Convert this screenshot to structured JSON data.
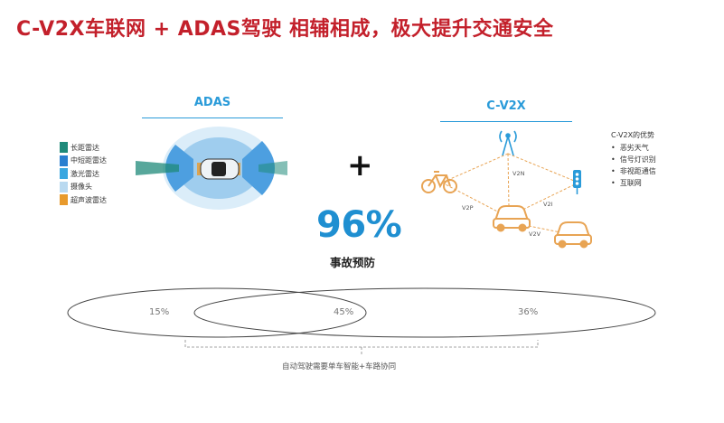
{
  "title": "C-V2X车联网 + ADAS驾驶 相辅相成，极大提升交通安全",
  "adas": {
    "label": "ADAS",
    "legend": [
      {
        "label": "长距雷达",
        "color": "#1f8a7a"
      },
      {
        "label": "中短距雷达",
        "color": "#2a7fd0"
      },
      {
        "label": "激光雷达",
        "color": "#3aa7e0"
      },
      {
        "label": "摄像头",
        "color": "#b9d9f0"
      },
      {
        "label": "超声波雷达",
        "color": "#e89a2c"
      }
    ]
  },
  "plus": "+",
  "accident": {
    "value": "96%",
    "caption": "事故预防"
  },
  "cv2x": {
    "label": "C-V2X",
    "links": {
      "v2n": "V2N",
      "v2i": "V2I",
      "v2p": "V2P",
      "v2v": "V2V"
    },
    "advantages_title": "C-V2X的优势",
    "advantages": [
      "恶劣天气",
      "信号灯识别",
      "非视距通信",
      "互联网"
    ]
  },
  "overlap": {
    "left": "15%",
    "middle": "45%",
    "right": "36%"
  },
  "footnote": "自动驾驶需要单车智能+车路协同",
  "colors": {
    "title_red": "#c3202b",
    "accent_blue": "#2a9bd9",
    "icon_orange": "#e8a454"
  }
}
